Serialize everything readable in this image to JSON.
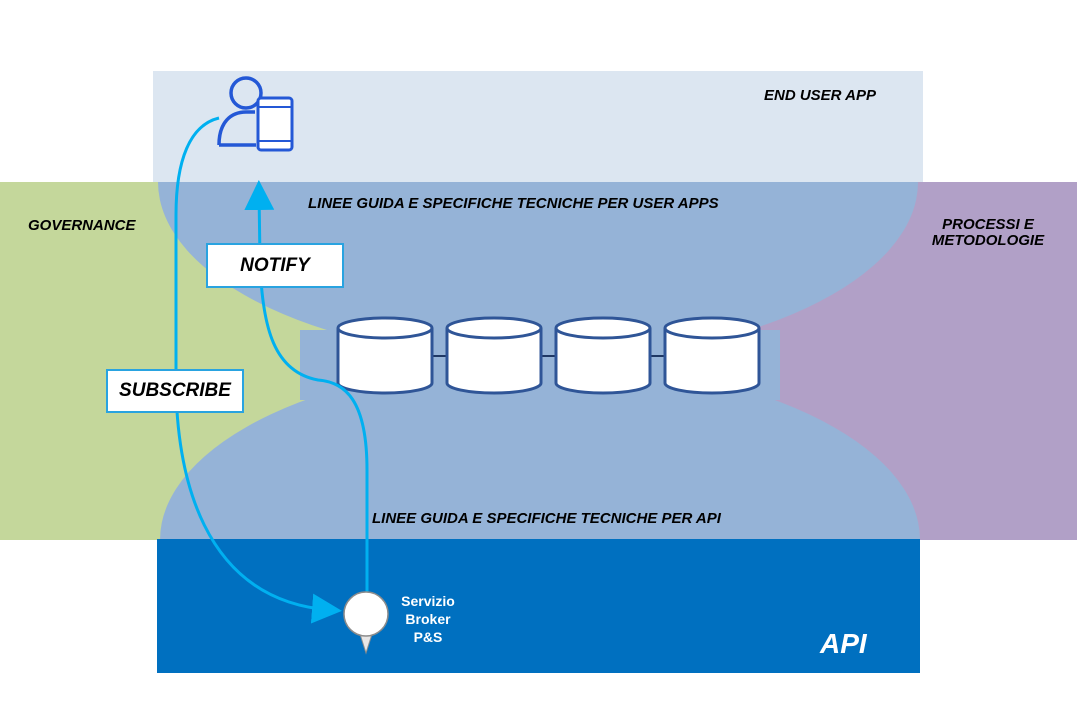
{
  "labels": {
    "end_user_app": "END USER APP",
    "governance": "GOVERNANCE",
    "processi": "PROCESSI E METODOLOGIE",
    "linee_user_apps": "LINEE GUIDA E SPECIFICHE TECNICHE PER USER APPS",
    "linee_api": "LINEE GUIDA E SPECIFICHE TECNICHE PER API",
    "api": "API",
    "broker_line1": "Servizio",
    "broker_line2": "Broker",
    "broker_line3": "P&S"
  },
  "boxes": {
    "notify": "NOTIFY",
    "subscribe": "SUBSCRIBE"
  },
  "icons": {
    "user": "user-mobile-icon",
    "databases": [
      "database-icon",
      "database-icon",
      "database-icon",
      "database-icon"
    ],
    "broker": "map-pin-icon"
  },
  "colors": {
    "end_user_band": "#dce6f1",
    "governance": "#c4d79b",
    "processi": "#b1a0c7",
    "center": "#95b3d7",
    "api": "#0070c0",
    "arrow": "#00b0f0",
    "db_stroke": "#2f5597"
  }
}
